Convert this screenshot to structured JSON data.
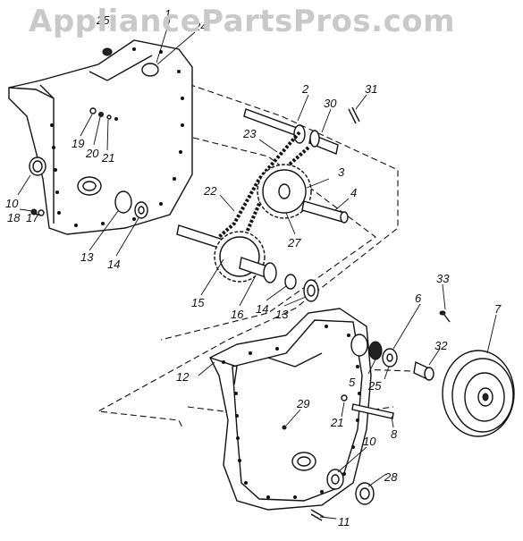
{
  "watermark": "AppliancePartsPros.com",
  "callouts": {
    "n1": "1",
    "n2": "2",
    "n3": "3",
    "n4": "4",
    "n5": "5",
    "n6": "6",
    "n7": "7",
    "n8": "8",
    "n10a": "10",
    "n10b": "10",
    "n11": "11",
    "n12": "12",
    "n13a": "13",
    "n13b": "13",
    "n14a": "14",
    "n14b": "14",
    "n15": "15",
    "n16": "16",
    "n17": "17",
    "n18": "18",
    "n19": "19",
    "n20": "20",
    "n21a": "21",
    "n21b": "21",
    "n22": "22",
    "n23": "23",
    "n24": "24",
    "n25a": "25",
    "n25b": "25",
    "n27": "27",
    "n28": "28",
    "n29": "29",
    "n30": "30",
    "n31": "31",
    "n32": "32",
    "n33": "33"
  }
}
